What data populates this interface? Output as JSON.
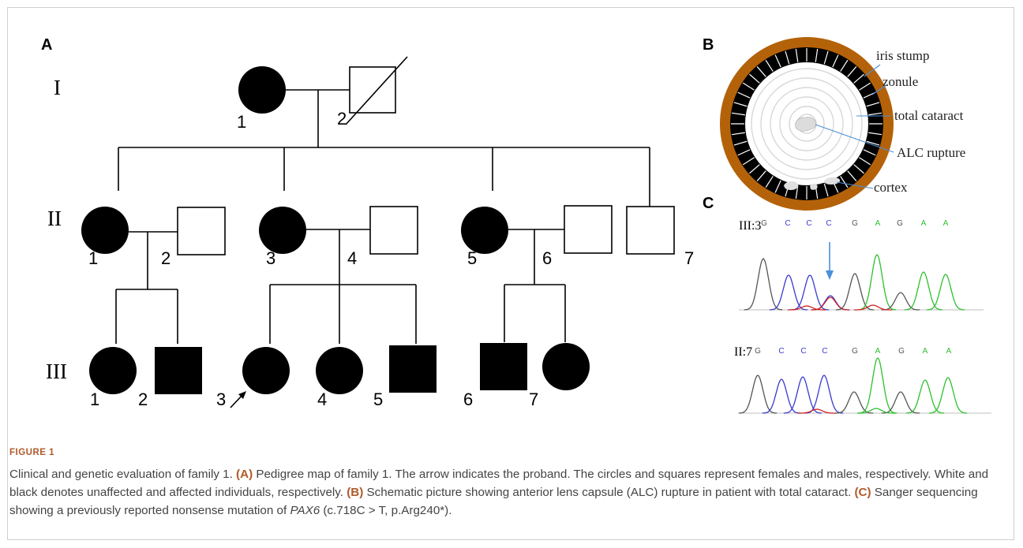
{
  "panels": {
    "a": "A",
    "b": "B",
    "c": "C"
  },
  "pedigree": {
    "generations": [
      "I",
      "II",
      "III"
    ],
    "gen1": {
      "female": "1",
      "male": "2"
    },
    "gen2": [
      "1",
      "2",
      "3",
      "4",
      "5",
      "6",
      "7"
    ],
    "gen3": [
      "1",
      "2",
      "3",
      "4",
      "5",
      "6",
      "7"
    ]
  },
  "eye_labels": {
    "iris_stump": "iris stump",
    "zonule": "zonule",
    "total_cataract": "total cataract",
    "alc_rupture": "ALC rupture",
    "cortex": "cortex"
  },
  "sequencing": {
    "track1_id": "III:3",
    "track2_id": "II:7",
    "bases1": [
      "G",
      "C",
      "C",
      "C",
      "G",
      "A",
      "G",
      "A",
      "A"
    ],
    "bases2": [
      "G",
      "C",
      "C",
      "C",
      "G",
      "A",
      "G",
      "A",
      "A"
    ],
    "colors": {
      "G": "#555555",
      "C": "#3a3ad0",
      "A": "#2ec02e",
      "T": "#d02020"
    }
  },
  "colors": {
    "accent": "#b05a2a",
    "iris": "#b4620a",
    "arrow": "#4a90d9"
  },
  "caption": {
    "title": "FIGURE 1",
    "t1": "Clinical and genetic evaluation of family 1. ",
    "b_a": "(A)",
    "t2": " Pedigree map of family 1. The arrow indicates the proband. The circles and squares represent females and males, respectively. White and black denotes unaffected and affected individuals, respectively. ",
    "b_b": "(B)",
    "t3": " Schematic picture showing anterior lens capsule (ALC) rupture in patient with total cataract. ",
    "b_c": "(C)",
    "t4": " Sanger sequencing showing a previously reported nonsense mutation of ",
    "gene": "PAX6",
    "t5": " (c.718C > T, p.Arg240*)."
  }
}
